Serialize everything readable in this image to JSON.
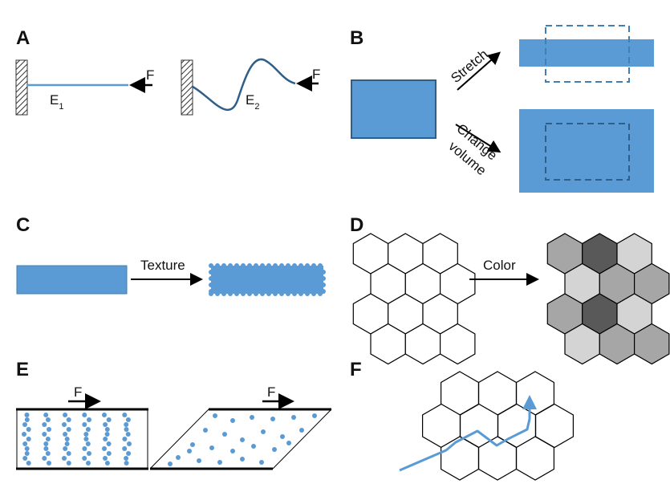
{
  "panels": {
    "a": {
      "letter": "A",
      "force": "F",
      "e1_main": "E",
      "e1_sub": "1",
      "e2_main": "E",
      "e2_sub": "2"
    },
    "b": {
      "letter": "B",
      "stretch": "Stretch",
      "change": "Change",
      "volume": "volume"
    },
    "c": {
      "letter": "C",
      "texture": "Texture"
    },
    "d": {
      "letter": "D",
      "color": "Color"
    },
    "e": {
      "letter": "E",
      "force": "F"
    },
    "f": {
      "letter": "F"
    }
  },
  "colors": {
    "blue_fill": "#5b9bd5",
    "blue_line": "#3f7fb3",
    "dark_line": "#2e5f8a",
    "black": "#000000",
    "gray_light": "#d4d4d4",
    "gray_mid": "#a6a6a6",
    "gray_dark": "#595959"
  },
  "icons": {
    "wall": "hatched-wall-icon",
    "arrow": "arrow-icon"
  }
}
